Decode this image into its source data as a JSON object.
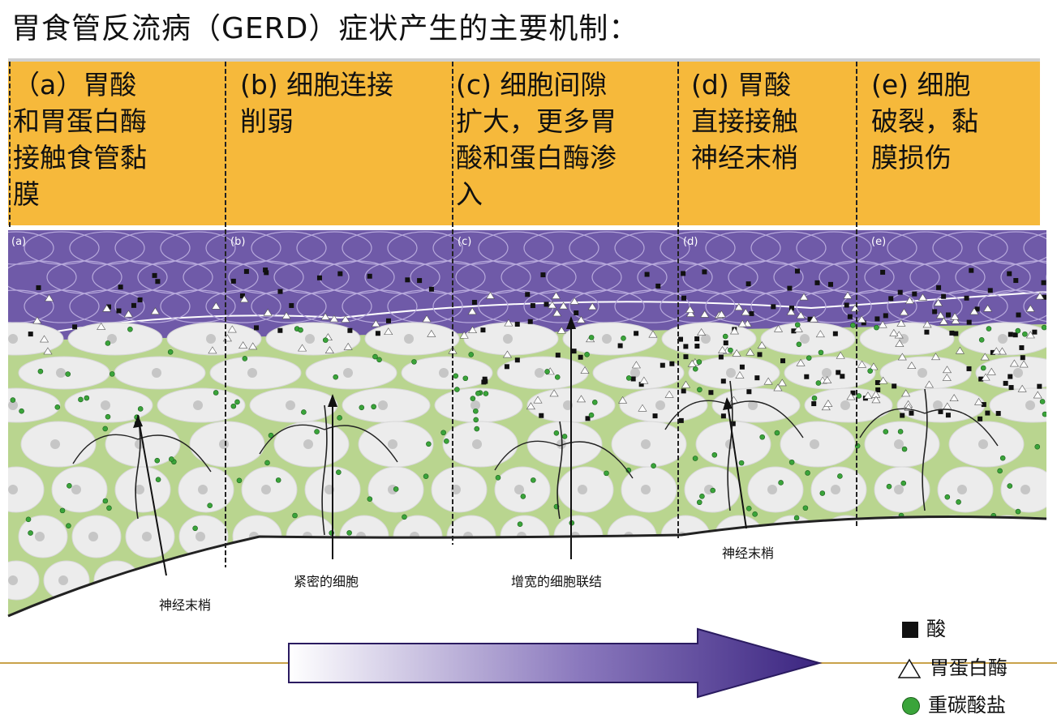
{
  "title": "胃食管反流病（GERD）症状产生的主要机制：",
  "stages": [
    {
      "id": "a",
      "lines": [
        "（a）胃酸",
        "和胃蛋白酶",
        "接触食管黏",
        "膜"
      ],
      "tag": "(a)"
    },
    {
      "id": "b",
      "lines": [
        "(b) 细胞连接",
        "削弱"
      ],
      "tag": "(b)"
    },
    {
      "id": "c",
      "lines": [
        "(c) 细胞间隙",
        "扩大，更多胃",
        "酸和蛋白酶渗",
        "入"
      ],
      "tag": "(c)"
    },
    {
      "id": "d",
      "lines": [
        "(d)  胃酸",
        "直接接触",
        "神经末梢"
      ],
      "tag": "(d)"
    },
    {
      "id": "e",
      "lines": [
        "(e) 细胞",
        "破裂，黏",
        "膜损伤"
      ],
      "tag": "(e)"
    }
  ],
  "annotations": {
    "nerve_a": "神经末梢",
    "tight_cells": "紧密的细胞",
    "widened_junctions": "增宽的细胞联结",
    "nerve_d": "神经末梢"
  },
  "legend": {
    "acid": "酸",
    "pepsin": "胃蛋白酶",
    "bicarbonate": "重碳酸盐"
  },
  "colors": {
    "header_band": "#f6b93b",
    "lumen_purple": "#6f5aa8",
    "tissue_green": "#b9d58f",
    "cell_gray": "#ececec",
    "bicarbonate_green": "#3aa43a",
    "arrow_dark": "#3b2580"
  }
}
